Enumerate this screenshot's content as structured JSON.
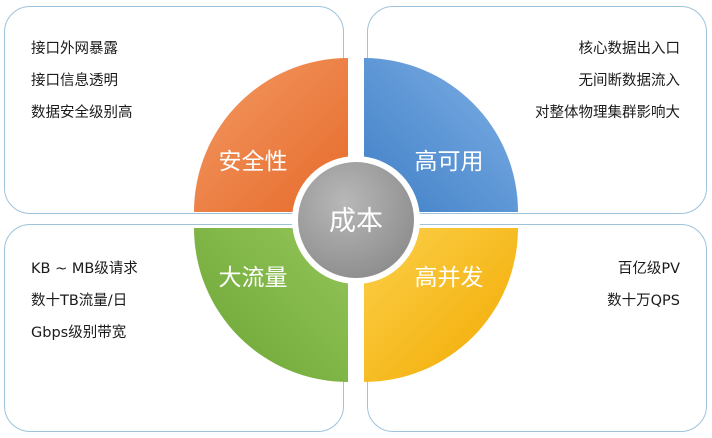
{
  "center": {
    "label": "成本"
  },
  "quadrants": {
    "security": {
      "label": "安全性",
      "items": [
        "接口外网暴露",
        "接口信息透明",
        "数据安全级别高"
      ],
      "color": "#ee7a3c"
    },
    "availability": {
      "label": "高可用",
      "items": [
        "核心数据出入口",
        "无间断数据流入",
        "对整体物理集群影响大"
      ],
      "color": "#5b93d1"
    },
    "traffic": {
      "label": "大流量",
      "items": [
        "KB ~ MB级请求",
        "数十TB流量/日",
        "Gbps级别带宽"
      ],
      "color": "#7cb342"
    },
    "concurrency": {
      "label": "高并发",
      "items": [
        "百亿级PV",
        "数十万QPS"
      ],
      "color": "#f5bc1c"
    }
  },
  "colors": {
    "box_border": "#9ec3dc",
    "center_fill": "#9d9d9d"
  }
}
